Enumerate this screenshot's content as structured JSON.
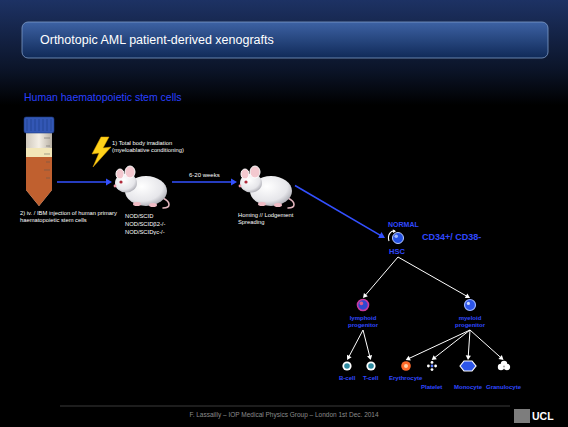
{
  "diagram": {
    "title": "Orthotopic AML patient-derived xenografts",
    "nodes": [
      {
        "text": [
          "2) iv. / IBM injection of human primary haematopoietic stem cells"
        ]
      },
      {
        "text": [
          "NOD/SCID",
          "NOD/SCIDβ2-/-",
          "NOD/SCIDγc-/-"
        ]
      },
      {
        "text": [
          "Homing // Lodgement Spreading"
        ]
      },
      {
        "text": [
          "NORMAL",
          "CD34+/ CD38-",
          "HSC"
        ]
      },
      {
        "text": [
          "lymphoid progenitor"
        ]
      },
      {
        "text": [
          "myeloid progenitor"
        ]
      },
      {
        "text": [
          "B-cell"
        ]
      },
      {
        "text": [
          "T-cell"
        ]
      },
      {
        "text": [
          "Erythrocyte"
        ]
      },
      {
        "text": [
          "Platelet"
        ]
      },
      {
        "text": [
          "Monocyte"
        ]
      },
      {
        "text": [
          "Granulocyte"
        ]
      }
    ],
    "edges": [
      {
        "from": 0,
        "to": 1,
        "arrow": "to"
      },
      {
        "from": 1,
        "to": 2,
        "label": "6-20 weeks",
        "arrow": "to"
      },
      {
        "from": 2,
        "to": 3,
        "arrow": "to"
      },
      {
        "from": 3,
        "to": 4,
        "arrow": "to"
      },
      {
        "from": 3,
        "to": 5,
        "arrow": "to"
      },
      {
        "from": 4,
        "to": 6,
        "arrow": "to"
      },
      {
        "from": 4,
        "to": 7,
        "arrow": "to"
      },
      {
        "from": 5,
        "to": 8,
        "arrow": "to"
      },
      {
        "from": 5,
        "to": 9,
        "arrow": "to"
      },
      {
        "from": 5,
        "to": 10,
        "arrow": "to"
      },
      {
        "from": 5,
        "to": 11,
        "arrow": "to"
      }
    ],
    "labels": [
      "Human haematopoietic stem cells",
      "1) Total body irradiation (myeloablative conditioning)",
      "F. Lassailly – IOP Medical Physics Group – London 1st Dec. 2014",
      "UCL"
    ]
  }
}
